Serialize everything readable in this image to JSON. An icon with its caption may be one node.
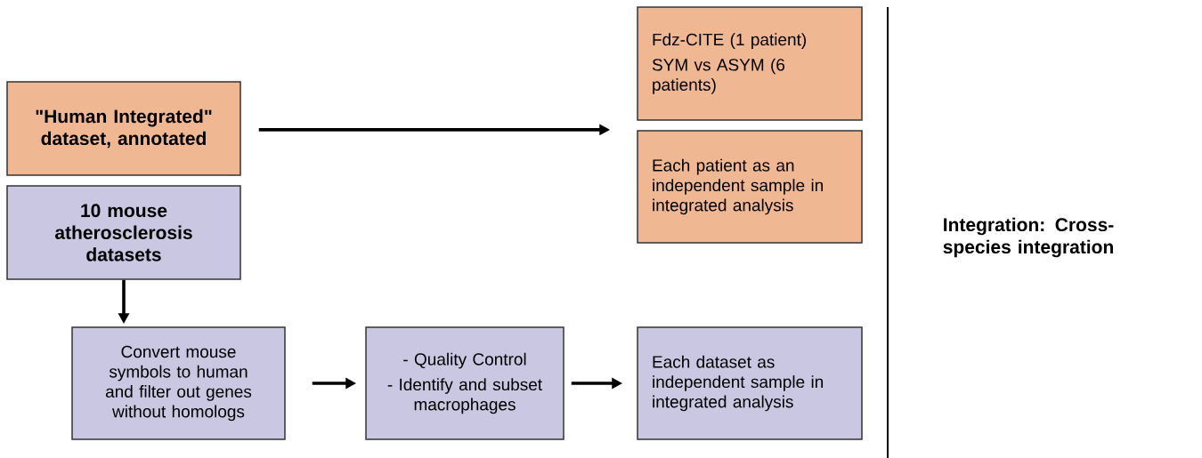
{
  "diagram": {
    "nodes": [
      {
        "text": [
          "\"Human Integrated\" dataset, annotated"
        ]
      },
      {
        "text": [
          "10 mouse atherosclerosis datasets"
        ]
      },
      {
        "text": [
          "Convert mouse symbols to human and filter out genes without homologs"
        ]
      },
      {
        "text": [
          "- Quality Control",
          "- Identify and subset macrophages"
        ]
      },
      {
        "text": [
          "Each dataset as independent sample in integrated analysis"
        ]
      },
      {
        "text": [
          "Fdz-CITE (1 patient)",
          "SYM vs ASYM (6 patients)"
        ]
      },
      {
        "text": [
          "Each patient as an independent sample in integrated analysis"
        ]
      }
    ],
    "edges": [
      {
        "from": 0,
        "to": 5,
        "arrow": "to"
      },
      {
        "from": 1,
        "to": 2,
        "arrow": "to"
      },
      {
        "from": 2,
        "to": 3,
        "arrow": "to"
      },
      {
        "from": 3,
        "to": 4,
        "arrow": "to"
      }
    ],
    "labels": [
      "Integration: Cross-species integration"
    ]
  }
}
